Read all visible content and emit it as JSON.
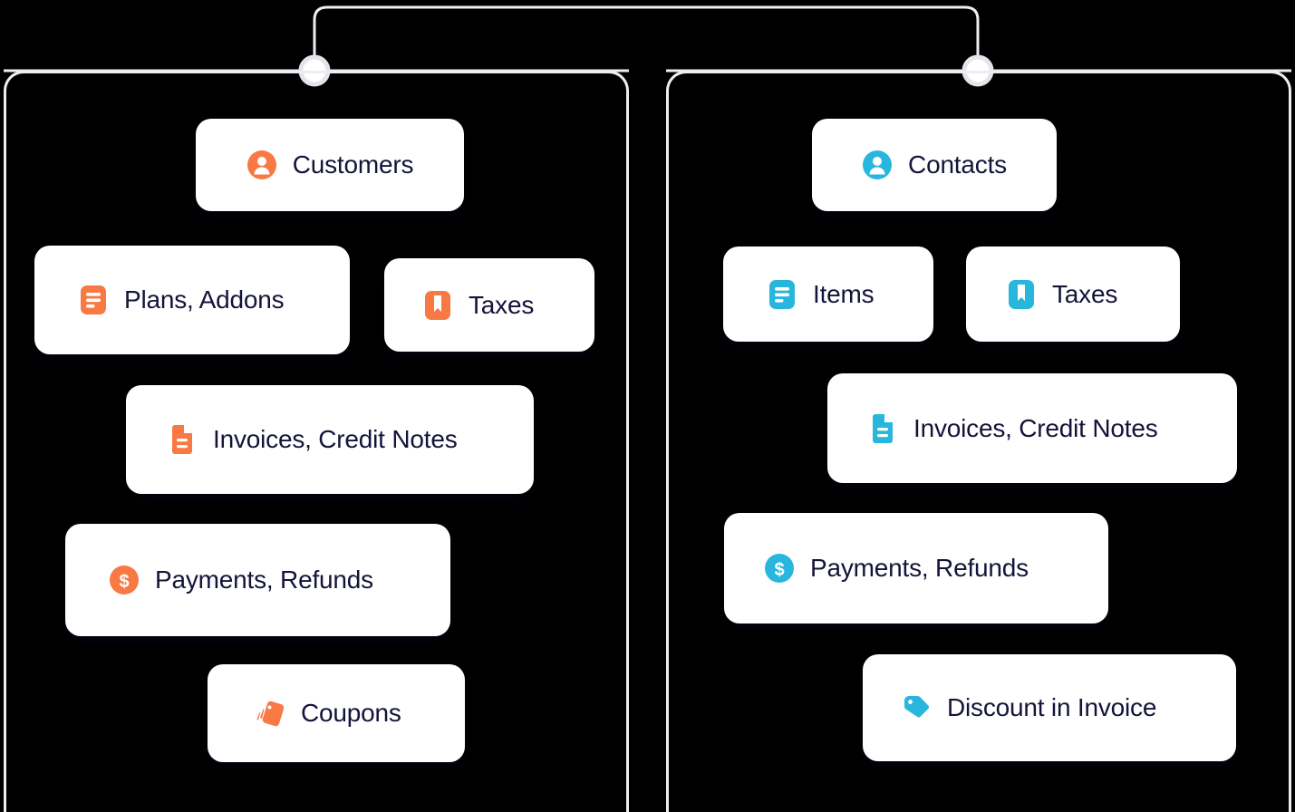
{
  "theme": {
    "background": "#000000",
    "panel_border": "#eceef2",
    "connector_line": "#eceef2",
    "node_fill": "#ffffff",
    "card_background": "#ffffff",
    "text_color": "#14143a",
    "accent_orange": "#f87943",
    "accent_cyan": "#29b6dd"
  },
  "diagram": {
    "type": "two-column-comparison",
    "panels": [
      {
        "id": "left",
        "accent": "#f87943",
        "cards": [
          {
            "label": "Customers",
            "icon": "user-icon"
          },
          {
            "label": "Plans, Addons",
            "icon": "list-document-icon"
          },
          {
            "label": "Taxes",
            "icon": "bookmark-icon"
          },
          {
            "label": "Invoices, Credit Notes",
            "icon": "document-icon"
          },
          {
            "label": "Payments, Refunds",
            "icon": "dollar-circle-icon"
          },
          {
            "label": "Coupons",
            "icon": "coupon-icon"
          }
        ]
      },
      {
        "id": "right",
        "accent": "#29b6dd",
        "cards": [
          {
            "label": "Contacts",
            "icon": "user-icon"
          },
          {
            "label": "Items",
            "icon": "list-document-icon"
          },
          {
            "label": "Taxes",
            "icon": "bookmark-icon"
          },
          {
            "label": "Invoices, Credit Notes",
            "icon": "document-icon"
          },
          {
            "label": "Payments, Refunds",
            "icon": "dollar-circle-icon"
          },
          {
            "label": "Discount in Invoice",
            "icon": "price-tag-icon"
          }
        ]
      }
    ],
    "connector": {
      "node_count": 2,
      "shape": "top-bracket"
    }
  }
}
